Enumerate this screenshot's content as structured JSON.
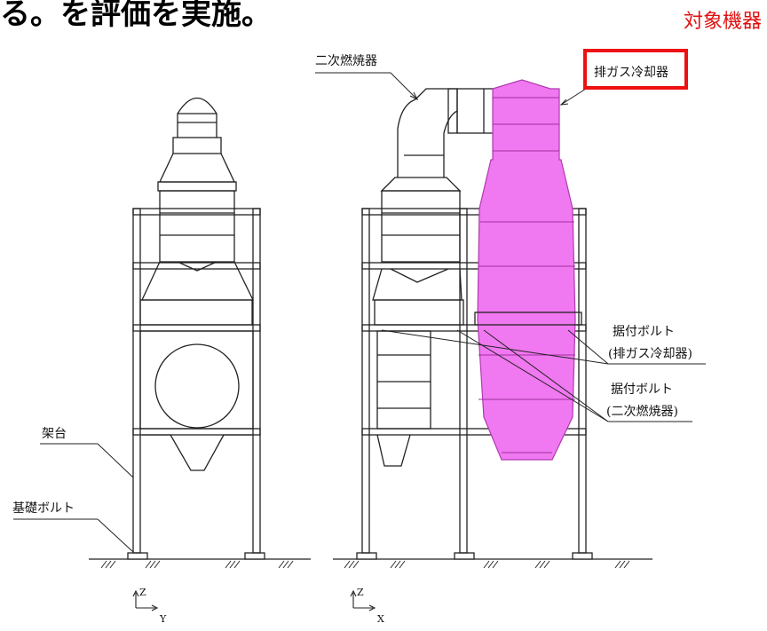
{
  "header": {
    "fragment": "る。を評価を実施。",
    "target_label": "対象機器"
  },
  "labels": {
    "secondary_combustor": "二次燃焼器",
    "exhaust_gas_cooler": "排ガス冷却器",
    "anchor_bolt_cooler_1": "据付ボルト",
    "anchor_bolt_cooler_2": "(排ガス冷却器)",
    "anchor_bolt_combustor_1": "据付ボルト",
    "anchor_bolt_combustor_2": "(二次燃焼器)",
    "frame": "架台",
    "foundation_bolt": "基礎ボルト"
  },
  "axes": {
    "left": {
      "vertical": "Z",
      "horizontal": "Y"
    },
    "right": {
      "vertical": "Z",
      "horizontal": "X"
    }
  },
  "colors": {
    "highlight": "#ee1111",
    "cooler_fill": "#f078f0",
    "line": "#222222"
  }
}
